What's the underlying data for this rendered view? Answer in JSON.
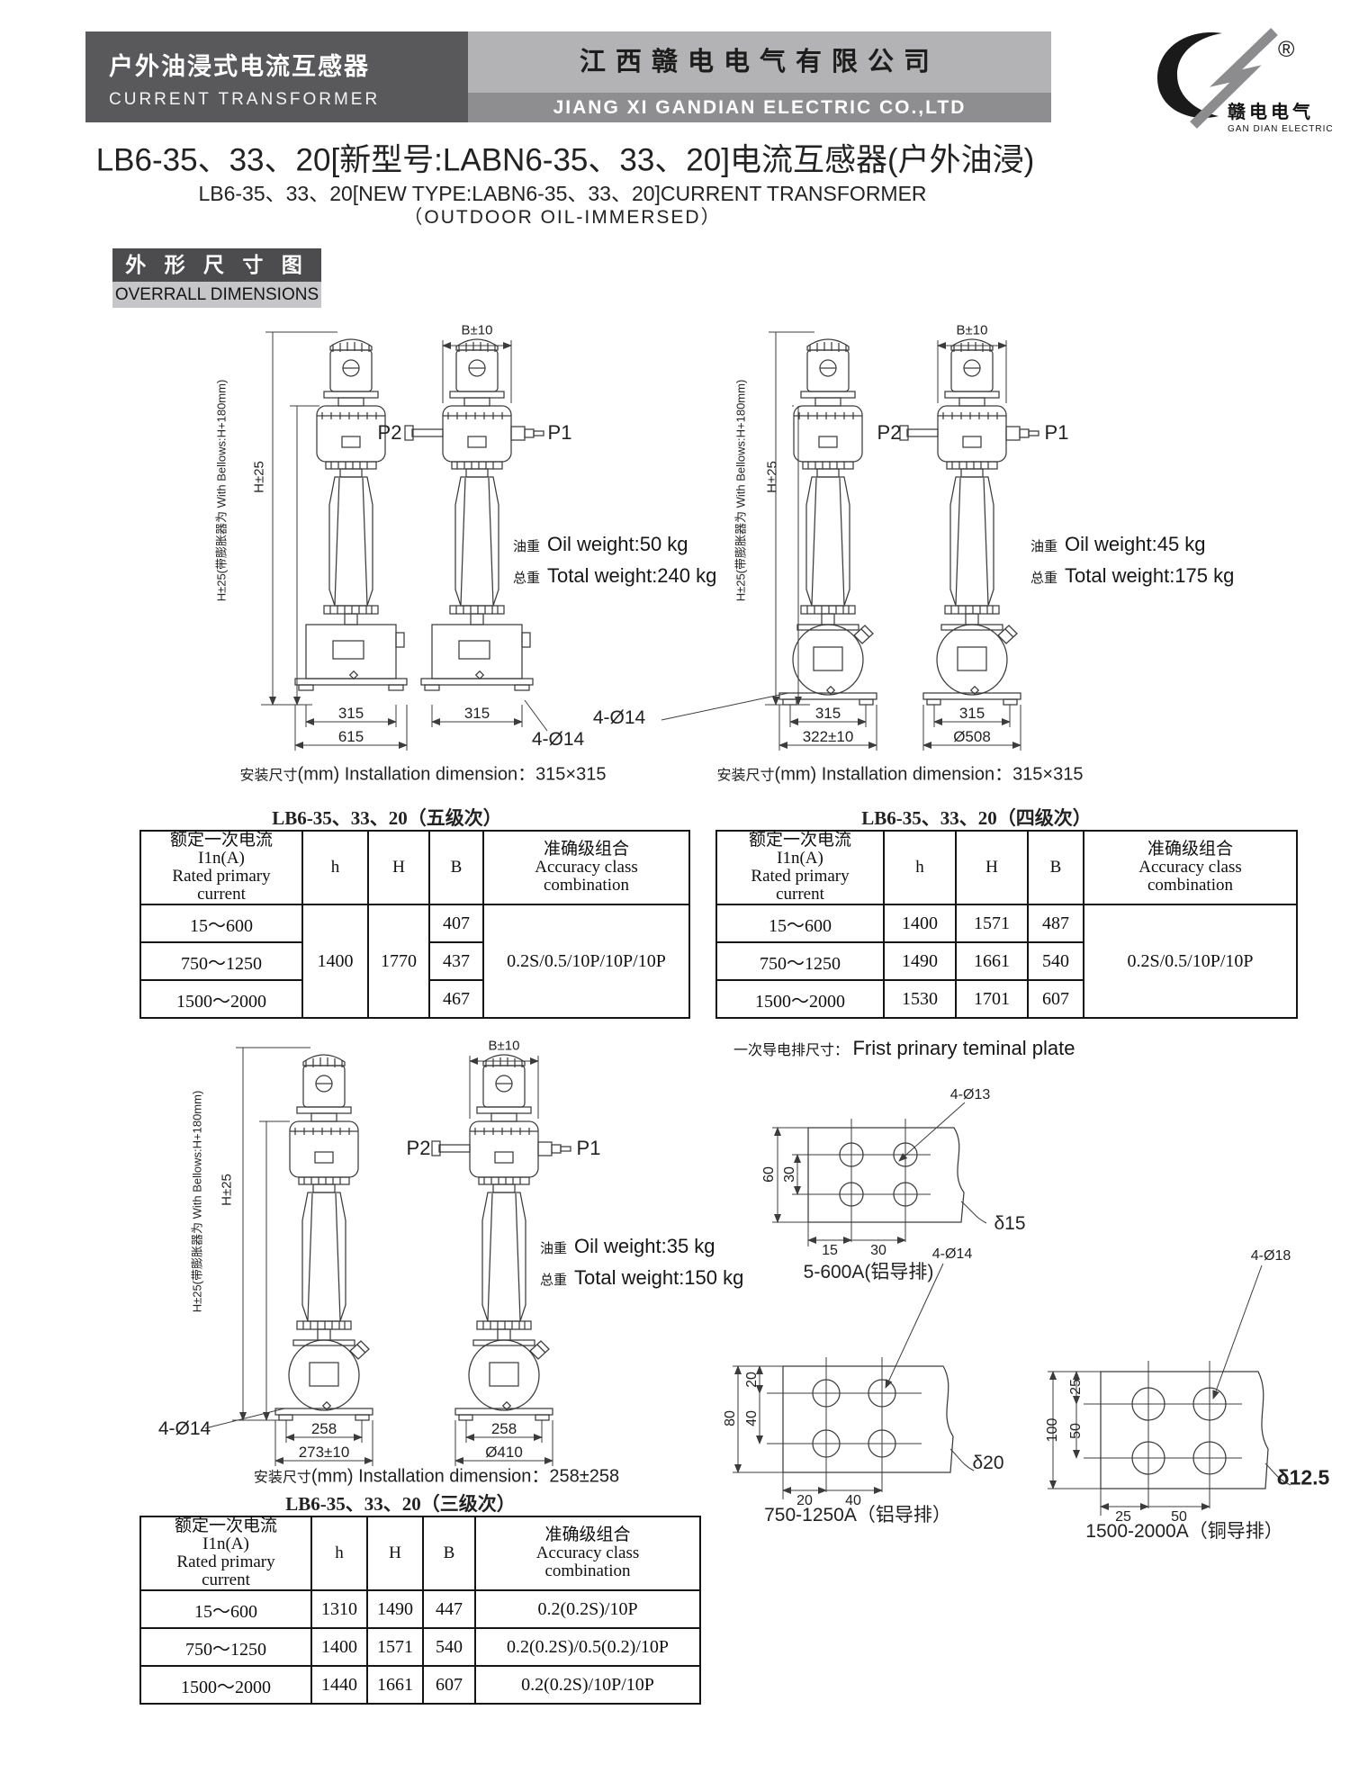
{
  "header": {
    "product_cn": "户外油浸式电流互感器",
    "product_en": "CURRENT TRANSFORMER",
    "company_cn": "江西赣电电气有限公司",
    "company_en": "JIANG XI GANDIAN ELECTRIC CO.,LTD",
    "logo": {
      "registered": "®",
      "cn": "赣电电气",
      "en": "GAN DIAN ELECTRIC"
    }
  },
  "title": {
    "line1": "LB6-35、33、20[新型号:LABN6-35、33、20]电流互感器(户外油浸)",
    "line2": "LB6-35、33、20[NEW TYPE:LABN6-35、33、20]CURRENT TRANSFORMER",
    "line3": "（OUTDOOR OIL-IMMERSED）"
  },
  "section": {
    "cn": "外 形 尺 寸 图",
    "en": "OVERRALL DIMENSIONS"
  },
  "drawings": {
    "shared": {
      "b": "B±10",
      "p1": "P1",
      "p2": "P2",
      "h_bellows": "H±25(带膨胀器为 With Bellows:H+180mm)",
      "h25": "H±25",
      "oil_cn": "油重",
      "total_cn": "总重",
      "install_cn": "安装尺寸"
    },
    "g1": {
      "oil": "Oil weight:50 kg",
      "total": "Total weight:240 kg",
      "d1": "315",
      "d2": "615",
      "d3": "315",
      "holes": "4-Ø14",
      "install": "(mm) Installation dimension：315×315"
    },
    "g2": {
      "oil": "Oil weight:45 kg",
      "total": "Total weight:175 kg",
      "holes": "4-Ø14",
      "d1": "315",
      "d2": "322±10",
      "d3": "315",
      "d4": "Ø508",
      "install": "(mm) Installation dimension：315×315"
    },
    "g3": {
      "oil": "Oil weight:35 kg",
      "total": "Total weight:150 kg",
      "holes": "4-Ø14",
      "d1": "258",
      "d2": "273±10",
      "d3": "258",
      "d4": "Ø410",
      "install": "(mm) Installation dimension：258±258"
    }
  },
  "tables": {
    "header": {
      "c0": "额定一次电流",
      "c1": "I1n(A)",
      "c2": "Rated primary",
      "c3": "current",
      "h": "h",
      "H": "H",
      "B": "B",
      "a0": "准确级组合",
      "a1": "Accuracy class",
      "a2": "combination"
    },
    "t1": {
      "title": "LB6-35、33、20（五级次）",
      "h": "1400",
      "H": "1770",
      "acc": "0.2S/0.5/10P/10P/10P",
      "rows": [
        {
          "cur": "15～600",
          "B": "407"
        },
        {
          "cur": "750～1250",
          "B": "437"
        },
        {
          "cur": "1500～2000",
          "B": "467"
        }
      ]
    },
    "t2": {
      "title": "LB6-35、33、20（四级次）",
      "acc": "0.2S/0.5/10P/10P",
      "rows": [
        {
          "cur": "15～600",
          "h": "1400",
          "H": "1571",
          "B": "487"
        },
        {
          "cur": "750～1250",
          "h": "1490",
          "H": "1661",
          "B": "540"
        },
        {
          "cur": "1500～2000",
          "h": "1530",
          "H": "1701",
          "B": "607"
        }
      ]
    },
    "t3": {
      "title": "LB6-35、33、20（三级次）",
      "rows": [
        {
          "cur": "15～600",
          "h": "1310",
          "H": "1490",
          "B": "447",
          "acc": "0.2(0.2S)/10P"
        },
        {
          "cur": "750～1250",
          "h": "1400",
          "H": "1571",
          "B": "540",
          "acc": "0.2(0.2S)/0.5(0.2)/10P"
        },
        {
          "cur": "1500～2000",
          "h": "1440",
          "H": "1661",
          "B": "607",
          "acc": "0.2(0.2S)/10P/10P"
        }
      ]
    }
  },
  "terminal": {
    "title_cn": "一次导电排尺寸：",
    "title_en": "Frist prinary teminal plate",
    "p1": {
      "holes": "4-Ø13",
      "v1": "60",
      "v2": "30",
      "b1": "15",
      "b2": "30",
      "th": "δ15",
      "label": "5-600A(铝导排)"
    },
    "p2": {
      "holes": "4-Ø14",
      "t": "20",
      "v1": "80",
      "v2": "40",
      "b1": "20",
      "b2": "40",
      "th": "δ20",
      "label": "750-1250A（铝导排）"
    },
    "p3": {
      "holes": "4-Ø18",
      "t": "25",
      "v1": "100",
      "v2": "50",
      "b1": "25",
      "b2": "50",
      "th": "δ12.5",
      "label": "1500-2000A（铜导排）"
    }
  }
}
